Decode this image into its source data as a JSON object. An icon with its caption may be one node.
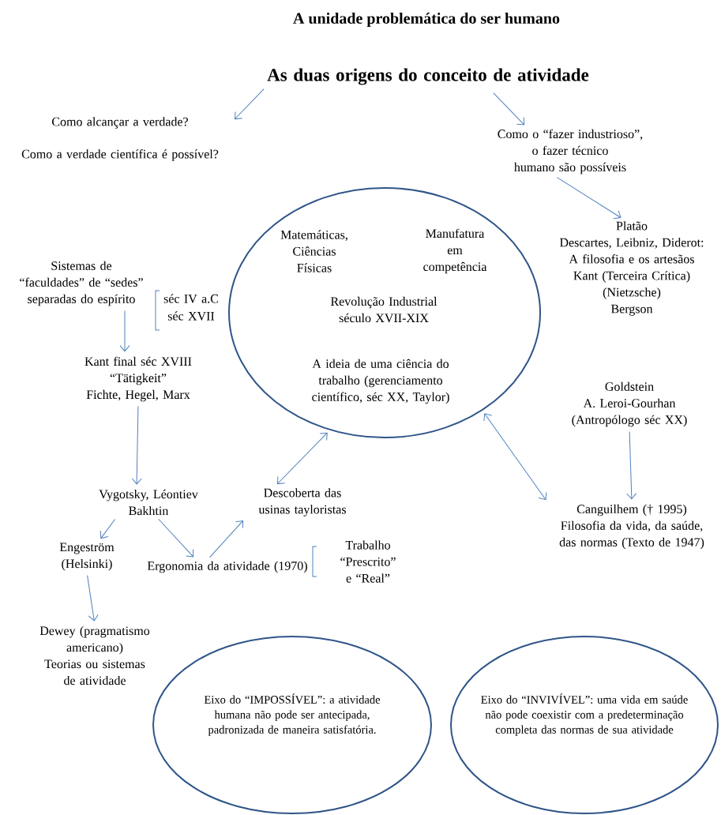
{
  "diagram": {
    "title": "A unidade problemática do ser humano",
    "nodes": [
      {
        "text": [
          "As duas origens do conceito de atividade"
        ]
      },
      {
        "text": [
          "Como alcançar a verdade?",
          "Como a verdade científica é possível?"
        ]
      },
      {
        "text": [
          "Como o “fazer industrioso”, o fazer técnico humano são possíveis"
        ]
      },
      {
        "text": [
          "Platão",
          "Descartes, Leibniz, Diderot: A filosofia e os artesãos",
          "Kant (Terceira Crítica)",
          "(Nietzsche)",
          "Bergson"
        ]
      },
      {
        "text": [
          "Goldstein",
          "A. Leroi-Gourhan (Antropólogo séc XX)"
        ]
      },
      {
        "text": [
          "Canguilhem († 1995)",
          "Filosofia da vida, da saúde, das normas (Texto de 1947)"
        ]
      },
      {
        "text": [
          "Matemáticas, Ciências Físicas",
          "Manufatura em competência",
          "Revolução Industrial século XVII-XIX",
          "A ideia de uma ciência do trabalho (gerenciamento científico, séc XX, Taylor)"
        ]
      },
      {
        "text": [
          "Sistemas de “faculdades” de “sedes” separadas do espírito"
        ],
        "beside": [
          "séc IV a.C",
          "séc  XVII"
        ]
      },
      {
        "text": [
          "Kant final séc XVIII",
          "“Tätigkeit”",
          "Fichte, Hegel, Marx"
        ]
      },
      {
        "text": [
          "Vygotsky, Léontiev",
          "Bakhtin"
        ]
      },
      {
        "text": [
          "Descoberta das usinas tayloristas"
        ]
      },
      {
        "text": [
          "Engeström",
          "(Helsinki)"
        ]
      },
      {
        "text": [
          "Ergonomia da atividade (1970)"
        ],
        "beside": [
          "Trabalho “Prescrito” e “Real”"
        ]
      },
      {
        "text": [
          "Dewey (pragmatismo americano)",
          "Teorias ou sistemas de atividade"
        ]
      },
      {
        "text": [
          "Eixo do “IMPOSSÍVEL”: a atividade humana não pode ser antecipada, padronizada de maneira satisfatória."
        ]
      },
      {
        "text": [
          "Eixo do “INVIVÍVEL”: uma vida em saúde não pode coexistir com a predeterminação completa das normas de sua atividade"
        ]
      }
    ],
    "edges": [
      {
        "from": 0,
        "to": 1,
        "arrow": "to"
      },
      {
        "from": 0,
        "to": 2,
        "arrow": "to"
      },
      {
        "from": 2,
        "to": 3,
        "arrow": "to"
      },
      {
        "from": 4,
        "to": 5,
        "arrow": "to"
      },
      {
        "from": 6,
        "to": 5,
        "arrow": "both"
      },
      {
        "from": 7,
        "to": 8,
        "arrow": "to"
      },
      {
        "from": 8,
        "to": 9,
        "arrow": "to"
      },
      {
        "from": 9,
        "to": 11,
        "arrow": "to"
      },
      {
        "from": 9,
        "to": 12,
        "arrow": "to"
      },
      {
        "from": 12,
        "to": 10,
        "arrow": "to"
      },
      {
        "from": 10,
        "to": 6,
        "arrow": "both"
      },
      {
        "from": 11,
        "to": 13,
        "arrow": "to"
      }
    ]
  }
}
